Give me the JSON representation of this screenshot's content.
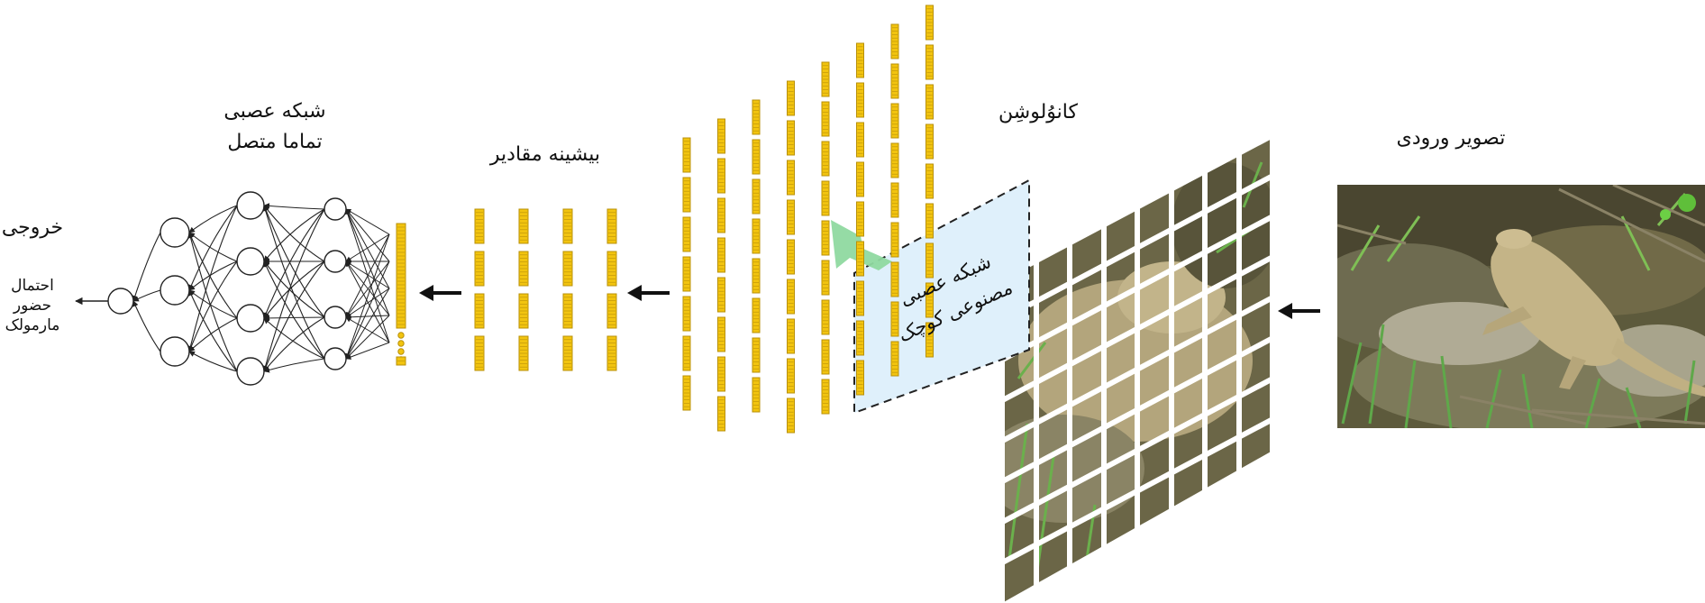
{
  "labels": {
    "input_image": "تصویر ورودی",
    "convolution": "کانوُلوشِن",
    "small_nn_line1": "شبکه عصبی",
    "small_nn_line2": "مصنوعی کوچک",
    "max_pooling": "بیشینه مقادیر",
    "fc_line1": "شبکه عصبی",
    "fc_line2": "تماما متصل",
    "output": "خروجی",
    "prob_line1": "احتمال",
    "prob_line2": "حضور",
    "prob_line3": "مارمولک"
  },
  "colors": {
    "feature_fill": "#f2c40f",
    "feature_stroke": "#b8900a",
    "arrow_green": "#8fd9a0",
    "card_fill": "#dff0fb",
    "arrow_black": "#111111",
    "photo_ground": "#6f6a4a",
    "lizard": "#c9b98c"
  }
}
